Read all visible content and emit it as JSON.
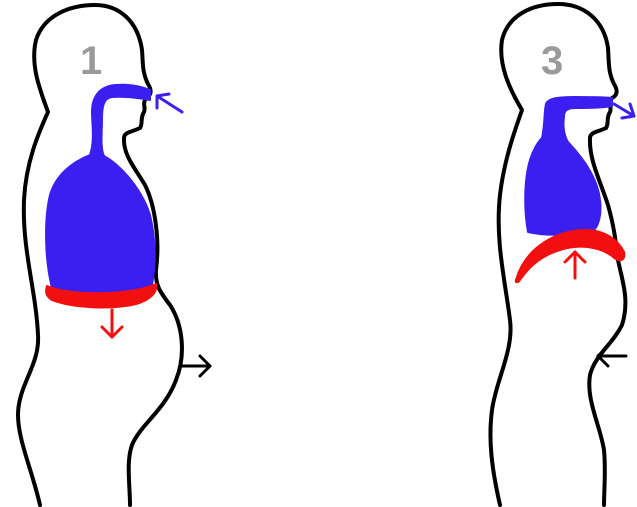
{
  "panels": [
    {
      "number": "1",
      "phase": "inhale"
    },
    {
      "number": "3",
      "phase": "exhale"
    }
  ],
  "colors": {
    "outline": "#000000",
    "lungs": "#3a1ff0",
    "diaphragm": "#f20f0f",
    "diaphragm_arrow": "#f20f0f",
    "airflow_arrow": "#3a1ff0",
    "belly_arrow": "#000000",
    "number": "#9a9a9a"
  },
  "icons": {
    "airflow_in": "arrow-in-icon",
    "airflow_out": "arrow-out-icon",
    "diaphragm_down": "arrow-down-icon",
    "diaphragm_up": "arrow-up-icon",
    "belly_out": "arrow-right-icon",
    "belly_in": "arrow-left-icon"
  }
}
